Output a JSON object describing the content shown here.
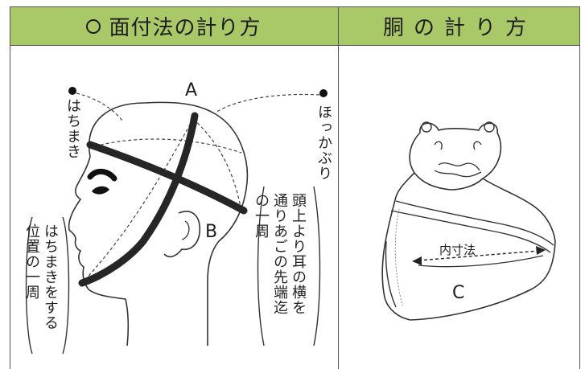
{
  "headers": {
    "left_title": "面付法の計り方",
    "right_title": "胴の計り方"
  },
  "head_diagram": {
    "label_a": "A",
    "label_b": "B",
    "note_hachimaki": "はちまき",
    "note_hokkaburi": "ほっかぶり",
    "caption_b": [
      "頭上より耳の横を",
      "通りあごの先端迄",
      "の一周"
    ],
    "caption_a": [
      "はちまきをする",
      "位置の一周"
    ]
  },
  "do_diagram": {
    "label_c": "C",
    "inner_size": "内寸法"
  }
}
